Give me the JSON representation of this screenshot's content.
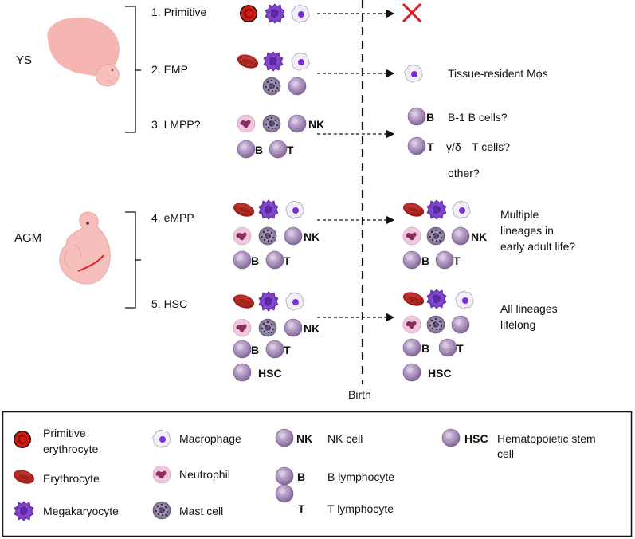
{
  "sites": {
    "ys": "YS",
    "agm": "AGM"
  },
  "waves": [
    {
      "label": "1. Primitive"
    },
    {
      "label": "2. EMP"
    },
    {
      "label": "3. LMPP?"
    },
    {
      "label": "4. eMPP"
    },
    {
      "label": "5. HSC"
    }
  ],
  "birth_label": "Birth",
  "cell_tags": {
    "nk": "NK",
    "b": "B",
    "t": "T",
    "hsc": "HSC"
  },
  "outcomes": {
    "emp": "Tissue-resident Mϕs",
    "lmpp_b": "B-1 B cells?",
    "lmpp_t_symbol": "γ/δ",
    "lmpp_t": "T cells?",
    "lmpp_other": "other?",
    "empp_1": "Multiple",
    "empp_2": "lineages in",
    "empp_3": "early adult life?",
    "hsc_1": "All lineages",
    "hsc_2": "lifelong"
  },
  "legend": {
    "primitive_erythrocyte_1": "Primitive",
    "primitive_erythrocyte_2": "erythrocyte",
    "erythrocyte": "Erythrocyte",
    "megakaryocyte": "Megakaryocyte",
    "macrophage": "Macrophage",
    "neutrophil": "Neutrophil",
    "mast_cell": "Mast cell",
    "nk_cell": "NK cell",
    "b_lymphocyte": "B lymphocyte",
    "t_lymphocyte": "T lymphocyte",
    "hsc_1": "Hematopoietic stem",
    "hsc_2": "cell"
  },
  "colors": {
    "erythrocyte": "#b8211c",
    "primitive_ring": "#d21a10",
    "megakaryocyte": "#7a3ec9",
    "macrophage_nucleus": "#7b2fd6",
    "lymphocyte": "#9a7fab",
    "neutrophil": "#e7b3cd",
    "mast": "#6e5b86",
    "ys_embryo": "#f5b6b2",
    "cross": "#e3191b"
  }
}
